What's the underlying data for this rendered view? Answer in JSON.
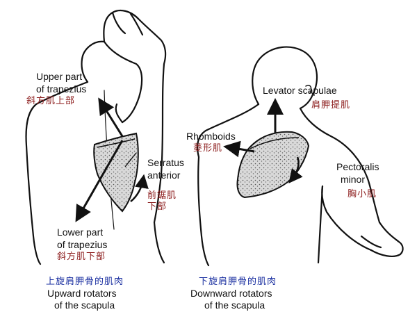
{
  "left_figure": {
    "upper_trap_en_1": "Upper part",
    "upper_trap_en_2": "of trapezius",
    "upper_trap_zh": "斜方肌上部",
    "serratus_en_1": "Serratus",
    "serratus_en_2": "anterior",
    "serratus_zh_1": "前鋸肌",
    "serratus_zh_2": "下部",
    "lower_trap_en_1": "Lower part",
    "lower_trap_en_2": "of trapezius",
    "lower_trap_zh": "斜方肌下部",
    "caption_zh": "上旋肩胛骨的肌肉",
    "caption_en_1": "Upward rotators",
    "caption_en_2": "of the scapula"
  },
  "right_figure": {
    "levator_en": "Levator scapulae",
    "levator_zh": "肩胛提肌",
    "rhomboids_en": "Rhomboids",
    "rhomboids_zh": "菱形肌",
    "pectoralis_en_1": "Pectoralis",
    "pectoralis_en_2": "minor",
    "pectoralis_zh": "胸小肌",
    "caption_zh": "下旋肩胛骨的肌肉",
    "caption_en_1": "Downward rotators",
    "caption_en_2": "of the scapula"
  },
  "colors": {
    "chinese_label": "#8b1a1a",
    "caption_chinese": "#1a2fa0",
    "line": "#111111"
  }
}
